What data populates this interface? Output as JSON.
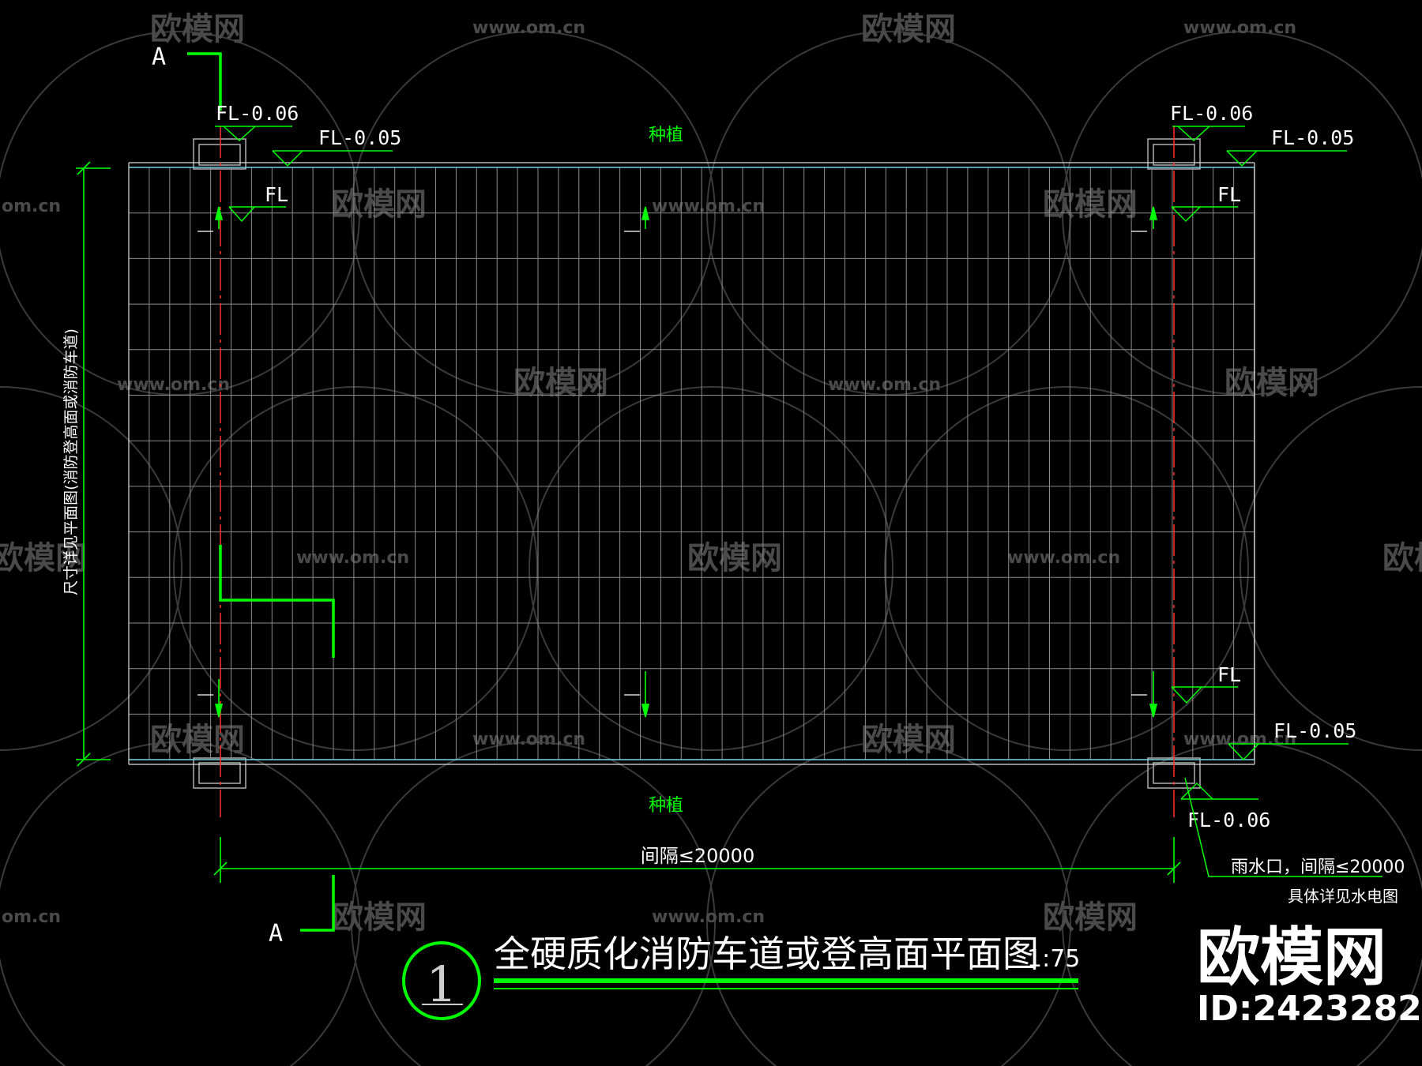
{
  "title": "全硬质化消防车道或登高面平面图",
  "scale": "1:75",
  "detail_number": "1",
  "section_marks": {
    "top": "A",
    "bottom": "A"
  },
  "labels": {
    "planting_top": "种植",
    "planting_bottom": "种植",
    "spacing": "间隔≤20000",
    "vertical_note": "尺寸详见平面图(消防登高面或消防车道)",
    "drain_note_1": "雨水口，间隔≤20000",
    "drain_note_2": "具体详见水电图"
  },
  "elevations": {
    "tl_fl006": "FL-0.06",
    "tl_fl005": "FL-0.05",
    "tl_fl": "FL",
    "tr_fl006": "FL-0.06",
    "tr_fl005": "FL-0.05",
    "tr_fl": "FL",
    "br_fl": "FL",
    "br_fl005": "FL-0.05",
    "br_fl006": "FL-0.06"
  },
  "watermark": {
    "brand": "欧模网",
    "site": "www.om.cn",
    "site_short": "om.cn",
    "id": "ID:2423282"
  },
  "colors": {
    "green": "#00ff00",
    "white": "#ffffff",
    "grid": "#8a8a8a",
    "red": "#ff3030",
    "cyan": "#6fd3e0",
    "watermark": "#4a4a4a"
  }
}
